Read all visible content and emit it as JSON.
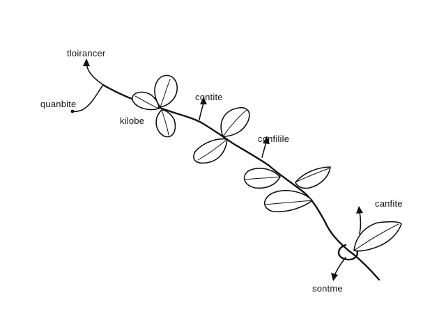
{
  "labels": {
    "top_left": "tloirancer",
    "left": "quanbite",
    "node": "kilobe",
    "upper": "contite",
    "middle": "confilile",
    "right": "canfite",
    "bottom": "sontme"
  },
  "colors": {
    "ink": "#111111",
    "background": "#ffffff"
  }
}
